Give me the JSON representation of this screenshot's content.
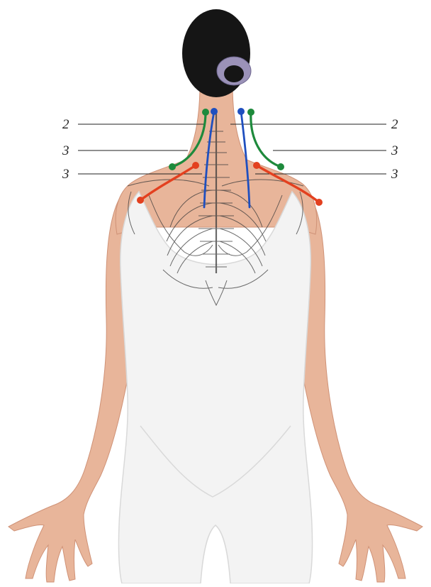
{
  "labels": {
    "left_top": "2",
    "left_mid": "3",
    "left_low": "3",
    "right_top": "2",
    "right_mid": "3",
    "right_low": "3"
  },
  "colors": {
    "background": "#ffffff",
    "skin": "#e8b59a",
    "skin_shadow": "#cf9277",
    "bodysuit": "#f3f3f3",
    "bodysuit_shadow": "#d9d9d9",
    "hair": "#151515",
    "scrunchie": "#9b92b8",
    "skeleton_line": "#3a3a3a",
    "line_green": "#1e8a3c",
    "line_blue": "#1f4fbf",
    "line_red": "#e3401f",
    "leader_line": "#222222"
  },
  "icons": [
    "back-of-body-illustration",
    "skeleton-overlay",
    "marker-dot"
  ]
}
